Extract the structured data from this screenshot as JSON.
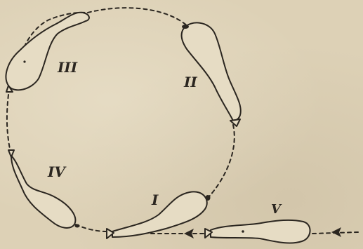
{
  "figure": {
    "labels": {
      "stage_1": "I",
      "stage_2": "II",
      "stage_3": "III",
      "stage_4": "IV",
      "stage_5": "V"
    },
    "colors": {
      "paper": "#ddd1b6",
      "ink": "#2b2620",
      "fill": "#e6dcc4"
    }
  }
}
